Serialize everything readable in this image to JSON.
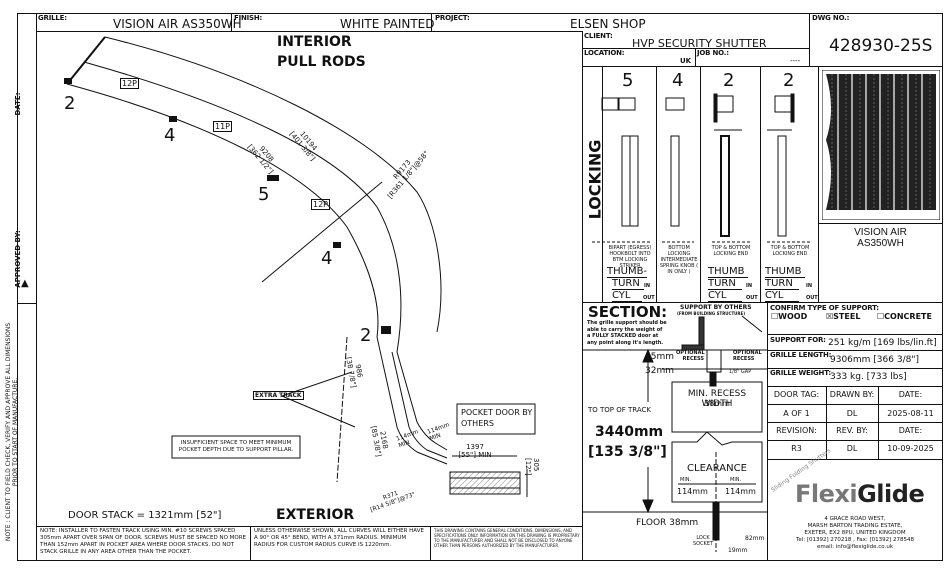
{
  "header": {
    "grille_label": "GRILLE:",
    "grille_value": "VISION AIR AS350WH",
    "finish_label": "FINISH:",
    "finish_value": "WHITE PAINTED",
    "project_label": "PROJECT:",
    "project_value": "ELSEN SHOP",
    "client_label": "CLIENT:",
    "client_value": "HVP SECURITY SHUTTER",
    "location_label": "LOCATION:",
    "location_value": "UK",
    "job_label": "JOB NO.:",
    "job_value": "----",
    "dwg_label": "DWG NO.:",
    "dwg_value": "428930-25S"
  },
  "side_strip": {
    "date_label": "DATE:",
    "approved_label": "APPROVED BY:",
    "note": "NOTE : CLIENT TO FIELD CHECK, VERIFY AND APPROVE ALL DIMENSIONS PRIOR TO START OF MANUFACTURE."
  },
  "plan": {
    "interior_label": "INTERIOR",
    "pull_rods_label": "PULL RODS",
    "exterior_label": "EXTERIOR",
    "door_stack": "DOOR STACK = 1321mm [52\"]",
    "panel_tags": [
      "12P",
      "11P",
      "12P"
    ],
    "lock_counts": [
      "2",
      "4",
      "5",
      "4",
      "2"
    ],
    "dim_inner": "9208",
    "dim_inner_in": "[362 1/2\"]",
    "dim_outer": "10194",
    "dim_outer_in": "[401 3/8\"]",
    "radius_main": "R9173",
    "radius_main_in": "[R361 1/8\"]@58°",
    "dim_extra1": "986",
    "dim_extra1_in": "[38 7/8\"]",
    "dim_extra2": "2168",
    "dim_extra2_in": "[85 3/8\"]",
    "extra_track": "EXTRA TRACK",
    "clear_left": "114mm MIN",
    "clear_right": "114mm MIN",
    "radius_small": "R371",
    "radius_small_in": "[R14 5/8\"]@73°",
    "pocket_door": "POCKET DOOR BY OTHERS",
    "pocket_width": "1397",
    "pocket_width_in": "[55\"] MIN",
    "pocket_depth": "305",
    "pocket_depth_in": "[12\"]",
    "insufficient_note": "INSUFFICIENT SPACE TO MEET MINIMUM POCKET DEPTH DUE TO SUPPORT PILLAR."
  },
  "locking": {
    "title": "LOCKING",
    "columns": [
      {
        "count": "5",
        "desc": "BIPART (EGRESS) HOOKBOLT INTO BTM LOCKING STRIKER",
        "thumb": "THUMB-",
        "turn": "TURN",
        "cyl": "CYL",
        "in": "IN",
        "out": "OUT"
      },
      {
        "count": "4",
        "desc": "BOTTOM LOCKING INTERMEDIATE SPRING KNOB ( IN ONLY )"
      },
      {
        "count": "2",
        "desc": "TOP & BOTTOM LOCKING END",
        "thumb": "THUMB",
        "turn": "TURN",
        "cyl": "CYL",
        "in": "IN",
        "out": "OUT"
      },
      {
        "count": "2",
        "desc": "TOP & BOTTOM LOCKING END",
        "thumb": "THUMB",
        "turn": "TURN",
        "cyl": "CYL",
        "in": "IN",
        "out": "OUT"
      }
    ],
    "preview_caption_1": "VISION AIR",
    "preview_caption_2": "AS350WH"
  },
  "section": {
    "title": "SECTION:",
    "note": "The grille support should be able to carry the weight of a FULLY STACKED door at any point along it's length.",
    "support_by_others": "SUPPORT BY OTHERS",
    "support_sub": "(FROM BUILDING STRUCTURE)",
    "optional_recess_l": "OPTIONAL RECESS",
    "optional_recess_r": "OPTIONAL RECESS",
    "dim_45": "45mm",
    "dim_32": "32mm",
    "gap": "1/8\" GAP",
    "min_recess": "MIN. RECESS WIDTH",
    "min_recess_val": "38mm",
    "to_top": "TO TOP OF TRACK",
    "height_mm": "3440mm",
    "height_in": "[135 3/8\"]",
    "clearance": "CLEARANCE",
    "min_l": "MIN.",
    "min_r": "MIN.",
    "clear_l": "114mm",
    "clear_r": "114mm",
    "floor": "FLOOR 38mm",
    "lock_socket": "LOCK SOCKET",
    "dim_82": "82mm",
    "dim_19": "19mm"
  },
  "specs": {
    "confirm_label": "CONFIRM TYPE OF SUPPORT:",
    "options": [
      {
        "label": "WOOD",
        "checked": false
      },
      {
        "label": "STEEL",
        "checked": true
      },
      {
        "label": "CONCRETE",
        "checked": false
      }
    ],
    "support_for_label": "SUPPORT FOR:",
    "support_for_value": "251 kg/m [169 lbs/lin.ft]",
    "length_label": "GRILLE LENGTH:",
    "length_value": "9306mm [366 3/8\"]",
    "weight_label": "GRILLE WEIGHT:",
    "weight_value": "333 kg. [733 lbs]",
    "table": [
      [
        "DOOR TAG:",
        "DRAWN BY:",
        "DATE:"
      ],
      [
        "A OF 1",
        "DL",
        "2025-08-11"
      ],
      [
        "REVISION:",
        "REV. BY:",
        "DATE:"
      ],
      [
        "R3",
        "DL",
        "10-09-2025"
      ]
    ]
  },
  "brand": {
    "tagline": "Sliding Folding Shutters",
    "name_a": "Flexi",
    "name_b": "Glide",
    "addr1": "4 GRACE ROAD WEST,",
    "addr2": "MARSH BARTON TRADING ESTATE,",
    "addr3": "EXETER, EX2 8PU, UNITED KINGDOM",
    "tel": "Tel: [01392] 270218 , Fax: [01392] 278548",
    "email": "email: info@flexiglide.co.uk"
  },
  "footer": {
    "note1": "NOTE: INSTALLER TO FASTEN TRACK USING MIN. #10 SCREWS SPACED 305mm APART OVER SPAN OF DOOR. SCREWS MUST BE SPACED NO MORE THAN 152mm APART IN POCKET AREA WHERE DOOR STACKS. DO NOT STACK GRILLE IN ANY AREA OTHER THAN THE POCKET.",
    "note2": "UNLESS OTHERWISE SHOWN, ALL CURVES WILL EITHER HAVE A 90° OR 45° BEND, WITH A 371mm RADIUS. MINIMUM RADIUS FOR CUSTOM RADIUS CURVE IS 1220mm.",
    "note3": "THIS DRAWING CONTAINS GENERAL CONDITIONS, DIMENSIONS, AND SPECIFICATIONS ONLY. INFORMATION ON THIS DRAWING IS PROPRIETARY TO THE MANUFACTURER AND SHALL NOT BE DISCLOSED TO ANYONE OTHER THAN PERSONS AUTHORIZED BY THE MANUFACTURER."
  }
}
